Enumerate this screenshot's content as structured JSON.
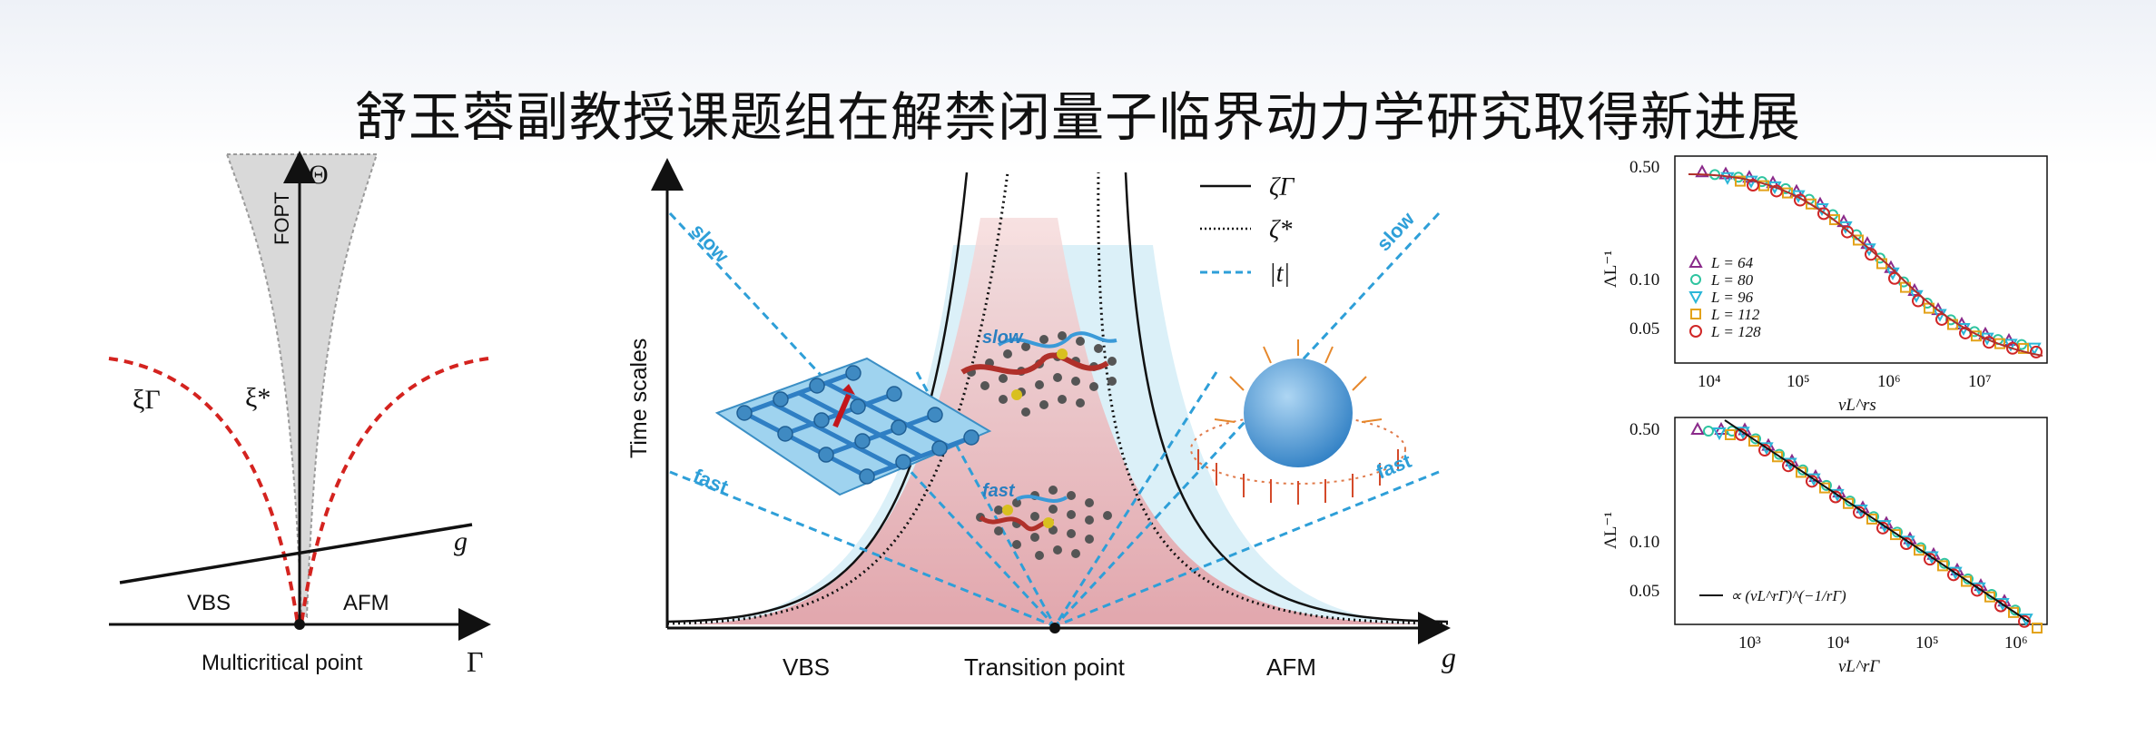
{
  "title": "舒玉蓉副教授课题组在解禁闭量子临界动力学研究取得新进展",
  "left_panel": {
    "axis_vertical": "Θ",
    "axis_horizontal": "Γ",
    "fopt": "FOPT",
    "xi_gamma": "ξΓ",
    "xi_star": "ξ*",
    "g": "g",
    "vbs": "VBS",
    "afm": "AFM",
    "point": "Multicritical point"
  },
  "middle_panel": {
    "y_label": "Time scales",
    "x_label": "g",
    "vbs": "VBS",
    "transition": "Transition point",
    "afm": "AFM",
    "slow_left": "slow",
    "fast_left": "fast",
    "slow_right": "slow",
    "fast_right": "fast",
    "slow_inset": "slow",
    "fast_inset": "fast",
    "legend": [
      {
        "label": "ζΓ",
        "style": "solid"
      },
      {
        "label": "ζ*",
        "style": "dotted"
      },
      {
        "label": "|t|",
        "style": "dashed"
      }
    ],
    "colors": {
      "dash": "#2e9fd8",
      "pink": "#e39aa0",
      "cyan": "#d6eff8"
    }
  },
  "right_top": {
    "y_ticks": [
      "0.50",
      "0.10",
      "0.05"
    ],
    "x_ticks": [
      "10⁴",
      "10⁵",
      "10⁶",
      "10⁷"
    ],
    "ylabel": "ΛL⁻¹",
    "xlabel": "vL^rs",
    "legend": [
      "L = 64",
      "L = 80",
      "L = 96",
      "L = 112",
      "L = 128"
    ]
  },
  "right_bottom": {
    "y_ticks": [
      "0.50",
      "0.10",
      "0.05"
    ],
    "x_ticks": [
      "10³",
      "10⁴",
      "10⁵",
      "10⁶"
    ],
    "ylabel": "ΛL⁻¹",
    "xlabel": "vL^rΓ",
    "fit_label": "∝ (vL^rΓ)^(−1/rΓ)"
  },
  "series_colors": [
    "#8a2a8a",
    "#2ec4a0",
    "#2ab6d8",
    "#e3a21a",
    "#d02626"
  ]
}
